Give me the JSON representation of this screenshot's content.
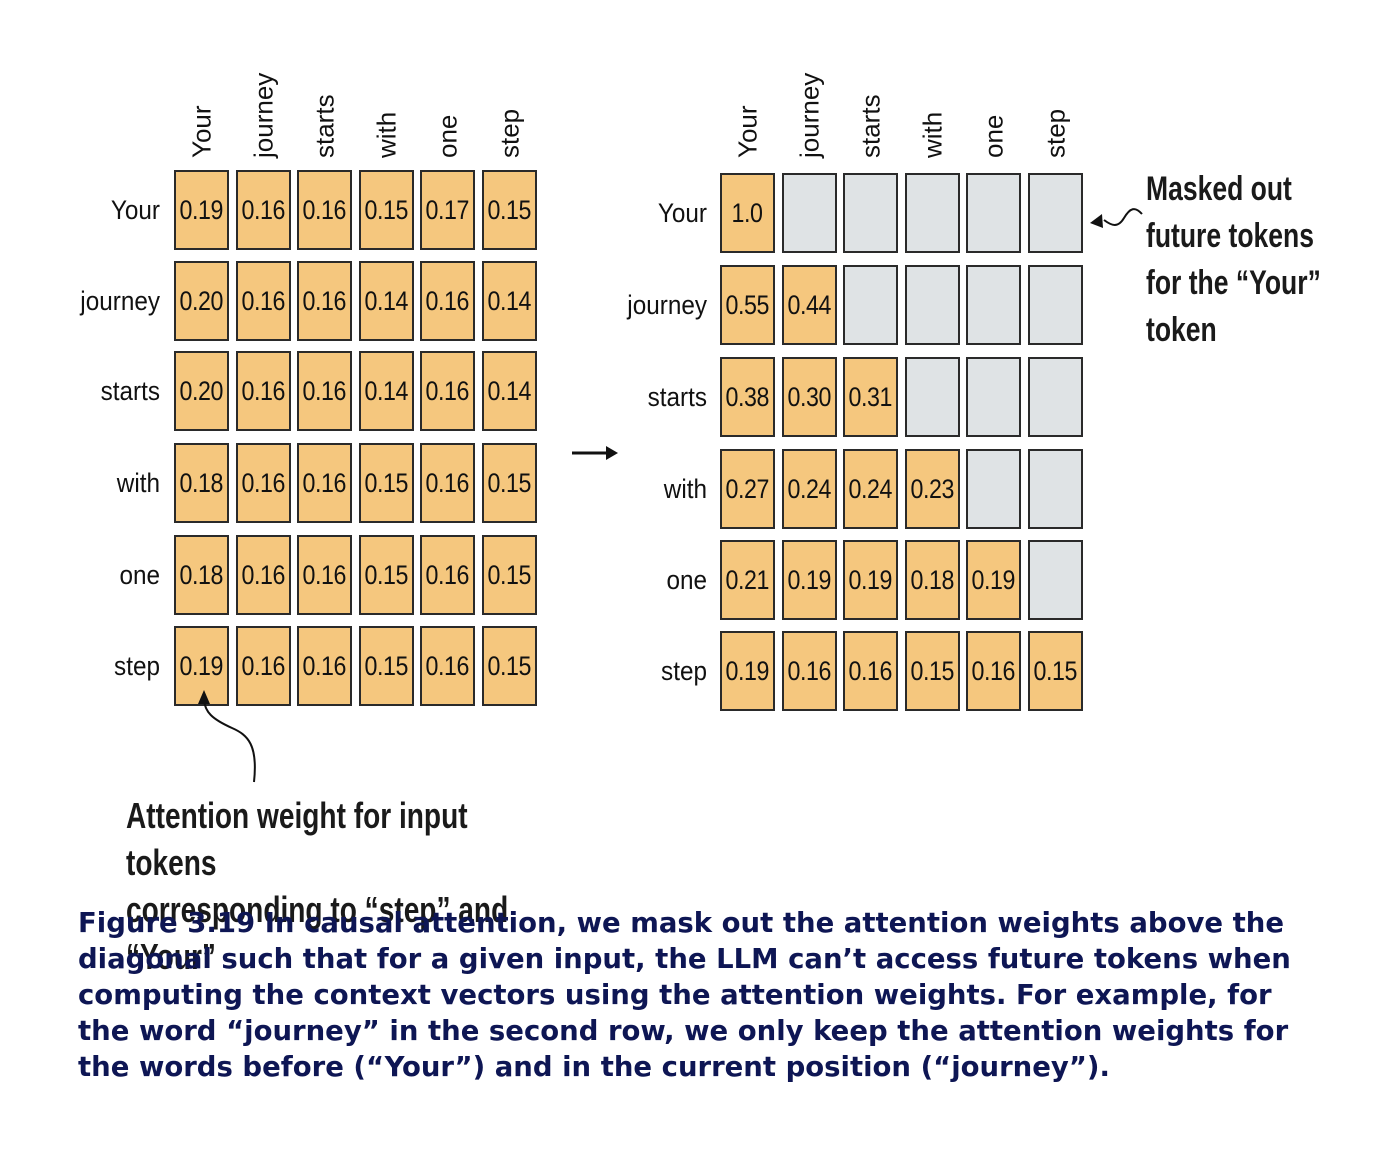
{
  "tokens": [
    "Your",
    "journey",
    "starts",
    "with",
    "one",
    "step"
  ],
  "left_matrix": {
    "values": [
      [
        "0.19",
        "0.16",
        "0.16",
        "0.15",
        "0.17",
        "0.15"
      ],
      [
        "0.20",
        "0.16",
        "0.16",
        "0.14",
        "0.16",
        "0.14"
      ],
      [
        "0.20",
        "0.16",
        "0.16",
        "0.14",
        "0.16",
        "0.14"
      ],
      [
        "0.18",
        "0.16",
        "0.16",
        "0.15",
        "0.16",
        "0.15"
      ],
      [
        "0.18",
        "0.16",
        "0.16",
        "0.15",
        "0.16",
        "0.15"
      ],
      [
        "0.19",
        "0.16",
        "0.16",
        "0.15",
        "0.16",
        "0.15"
      ]
    ]
  },
  "right_matrix": {
    "values": [
      [
        "1.0",
        "",
        "",
        "",
        "",
        ""
      ],
      [
        "0.55",
        "0.44",
        "",
        "",
        "",
        ""
      ],
      [
        "0.38",
        "0.30",
        "0.31",
        "",
        "",
        ""
      ],
      [
        "0.27",
        "0.24",
        "0.24",
        "0.23",
        "",
        ""
      ],
      [
        "0.21",
        "0.19",
        "0.19",
        "0.18",
        "0.19",
        ""
      ],
      [
        "0.19",
        "0.16",
        "0.16",
        "0.15",
        "0.16",
        "0.15"
      ]
    ]
  },
  "annotations": {
    "masked_note": [
      "Masked out",
      "future tokens",
      "for the “Your”",
      "token"
    ],
    "attention_note": [
      "Attention weight for input tokens",
      "corresponding to “step” and “Your”"
    ]
  },
  "caption": {
    "figure_number": "Figure 3.19",
    "text": "In causal attention, we mask out the attention weights above the diagonal such that for a given input, the LLM can’t access future tokens when computing the context vectors using the attention weights. For example, for the word “journey” in the second row, we only keep the attention weights for the words before (“Your”) and in the current position (“journey”)."
  },
  "colors": {
    "cell_fill": "#f5c77e",
    "masked_fill": "#dfe3e5",
    "caption_color": "#0e1654"
  }
}
